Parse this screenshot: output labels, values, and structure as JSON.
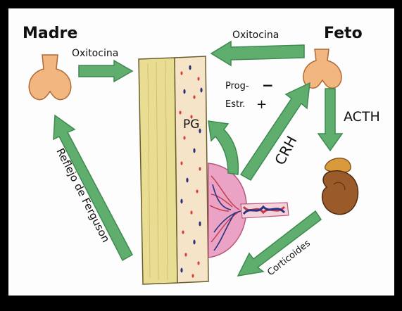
{
  "labels": {
    "madre": "Madre",
    "feto": "Feto",
    "oxitocina_left": "Oxitocina",
    "oxitocina_right": "Oxitocina",
    "prog": "Prog-",
    "estr": "Estr.",
    "pg": "PG",
    "crh": "CRH",
    "acth": "ACTH",
    "reflejo": "Reflejo de Ferguson",
    "corticoides": "Corticoides"
  },
  "symbols": {
    "minus": "−",
    "plus": "+"
  },
  "colors": {
    "arrow_fill": "#5fae6e",
    "arrow_stroke": "#3f8a50",
    "myometrium": "#e8d98c",
    "membrane": "#f4e2c6",
    "placenta": "#e69bbd",
    "gland": "#f0b27a",
    "adrenal_kidney": "#9b5a2a",
    "adrenal_cap": "#d99a3c",
    "dot_red": "#d6423b",
    "dot_blue": "#2b2f7a"
  },
  "icons": {
    "maternal_pituitary": "pituitary-gland-icon",
    "fetal_pituitary": "pituitary-gland-icon",
    "fetal_adrenal": "adrenal-kidney-icon",
    "uterine_wall": "uterine-wall-icon",
    "placenta": "placenta-icon",
    "umbilical_cord": "umbilical-cord-icon"
  }
}
